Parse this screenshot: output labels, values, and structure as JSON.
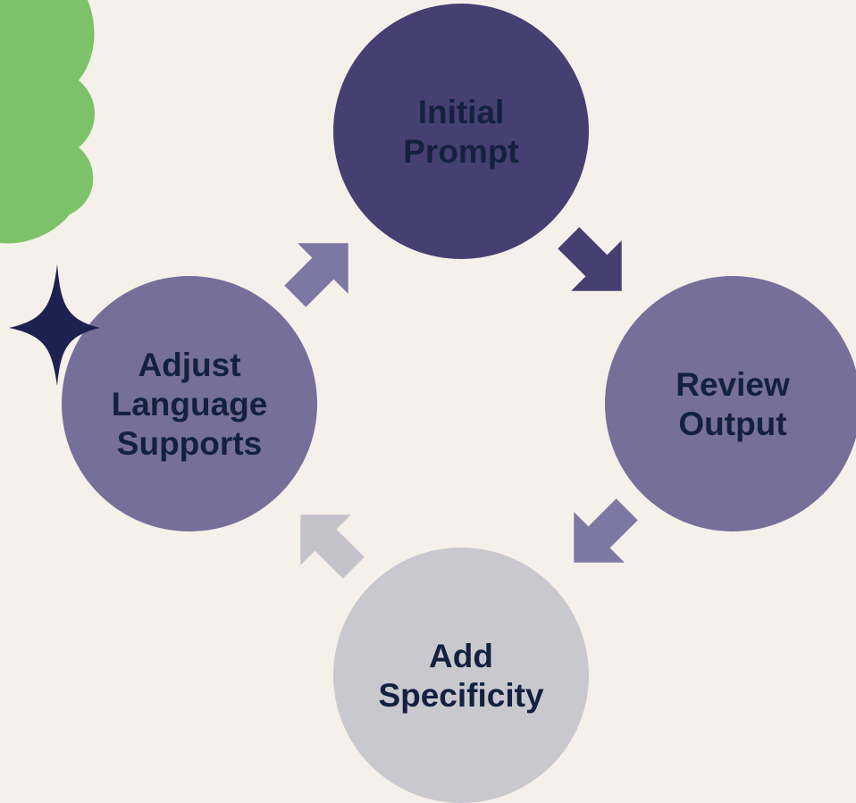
{
  "diagram": {
    "type": "cycle",
    "colors": {
      "background": "#f5f0e9",
      "label_text": "#13213f",
      "cloud": "#6fba5a",
      "sparkle": "#1d2150"
    },
    "nodes": [
      {
        "id": "initial-prompt",
        "lines": [
          "Initial",
          "Prompt"
        ],
        "color": "#463f72"
      },
      {
        "id": "review-output",
        "lines": [
          "Review",
          "Output"
        ],
        "color": "#756f9a"
      },
      {
        "id": "add-specificity",
        "lines": [
          "Add",
          "Specificity"
        ],
        "color": "#c8c8ce"
      },
      {
        "id": "adjust-language-supports",
        "lines": [
          "Adjust",
          "Language",
          "Supports"
        ],
        "color": "#756f9a"
      }
    ],
    "arrows": [
      {
        "from": "initial-prompt",
        "to": "review-output",
        "color": "#463f72"
      },
      {
        "from": "review-output",
        "to": "add-specificity",
        "color": "#7d77a3"
      },
      {
        "from": "add-specificity",
        "to": "adjust-language-supports",
        "color": "#c4c3cc"
      },
      {
        "from": "adjust-language-supports",
        "to": "initial-prompt",
        "color": "#7d77a3"
      }
    ],
    "decorations": [
      {
        "name": "cloud-decoration",
        "icon": "cloud-icon"
      },
      {
        "name": "sparkle-decoration",
        "icon": "four-point-star-icon"
      }
    ]
  }
}
